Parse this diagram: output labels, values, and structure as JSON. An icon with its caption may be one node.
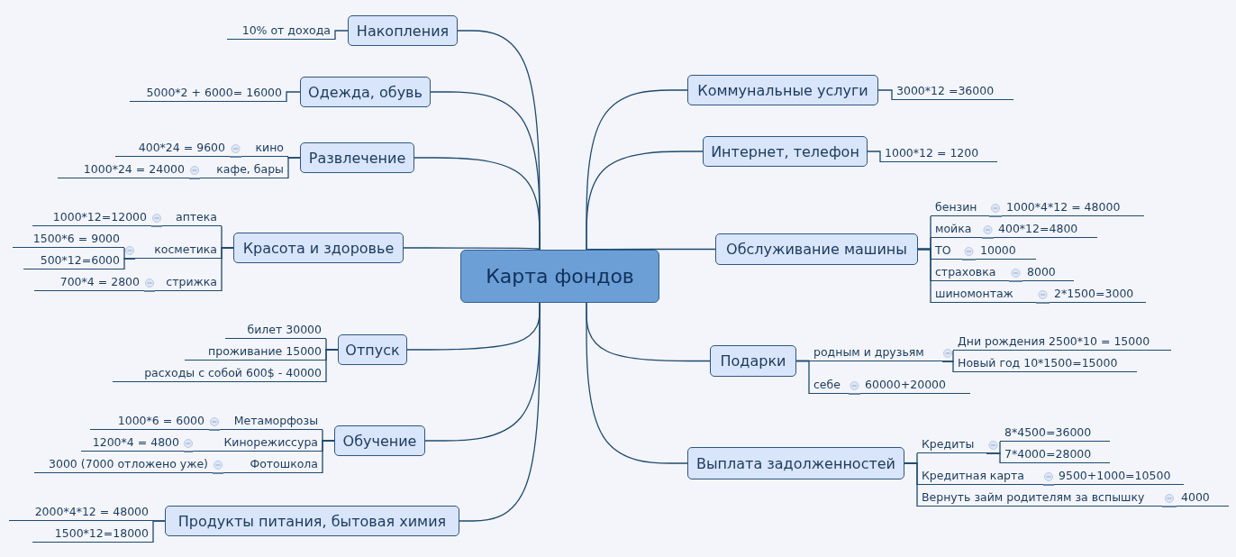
{
  "diagram": {
    "nodes": [
      {
        "text": [
          "Карта фондов"
        ]
      },
      {
        "text": [
          "Накопления"
        ]
      },
      {
        "text": [
          "10% от дохода"
        ]
      },
      {
        "text": [
          "Одежда, обувь"
        ]
      },
      {
        "text": [
          "5000*2 + 6000= 16000"
        ]
      },
      {
        "text": [
          "Развлечение"
        ]
      },
      {
        "text": [
          "кино"
        ]
      },
      {
        "text": [
          "400*24 = 9600"
        ]
      },
      {
        "text": [
          "кафе, бары"
        ]
      },
      {
        "text": [
          "1000*24 = 24000"
        ]
      },
      {
        "text": [
          "Красота и здоровье"
        ]
      },
      {
        "text": [
          "аптека"
        ]
      },
      {
        "text": [
          "1000*12=12000"
        ]
      },
      {
        "text": [
          "косметика"
        ]
      },
      {
        "text": [
          "1500*6 = 9000"
        ]
      },
      {
        "text": [
          "500*12=6000"
        ]
      },
      {
        "text": [
          "стрижка"
        ]
      },
      {
        "text": [
          "700*4 = 2800"
        ]
      },
      {
        "text": [
          "Отпуск"
        ]
      },
      {
        "text": [
          "билет 30000"
        ]
      },
      {
        "text": [
          "проживание 15000"
        ]
      },
      {
        "text": [
          "расходы с собой 600$ - 40000"
        ]
      },
      {
        "text": [
          "Обучение"
        ]
      },
      {
        "text": [
          "Метаморфозы"
        ]
      },
      {
        "text": [
          "1000*6 = 6000"
        ]
      },
      {
        "text": [
          "Кинорежиссура"
        ]
      },
      {
        "text": [
          "1200*4 = 4800"
        ]
      },
      {
        "text": [
          "Фотошкола"
        ]
      },
      {
        "text": [
          "3000 (7000 отложено уже)"
        ]
      },
      {
        "text": [
          "Продукты питания, бытовая химия"
        ]
      },
      {
        "text": [
          "2000*4*12 = 48000"
        ]
      },
      {
        "text": [
          "1500*12=18000"
        ]
      },
      {
        "text": [
          "Коммунальные услуги"
        ]
      },
      {
        "text": [
          "3000*12 =36000"
        ]
      },
      {
        "text": [
          "Интернет, телефон"
        ]
      },
      {
        "text": [
          "1000*12 = 1200"
        ]
      },
      {
        "text": [
          "Обслуживание машины"
        ]
      },
      {
        "text": [
          "бензин"
        ]
      },
      {
        "text": [
          "1000*4*12 = 48000"
        ]
      },
      {
        "text": [
          "мойка"
        ]
      },
      {
        "text": [
          "400*12=4800"
        ]
      },
      {
        "text": [
          "ТО"
        ]
      },
      {
        "text": [
          "10000"
        ]
      },
      {
        "text": [
          "страховка"
        ]
      },
      {
        "text": [
          "8000"
        ]
      },
      {
        "text": [
          "шиномонтаж"
        ]
      },
      {
        "text": [
          "2*1500=3000"
        ]
      },
      {
        "text": [
          "Подарки"
        ]
      },
      {
        "text": [
          "родным и друзьям"
        ]
      },
      {
        "text": [
          "Дни рождения 2500*10 = 15000"
        ]
      },
      {
        "text": [
          "Новый год 10*1500=15000"
        ]
      },
      {
        "text": [
          "себе"
        ]
      },
      {
        "text": [
          "60000+20000"
        ]
      },
      {
        "text": [
          "Выплата задолженностей"
        ]
      },
      {
        "text": [
          "Кредиты"
        ]
      },
      {
        "text": [
          "8*4500=36000"
        ]
      },
      {
        "text": [
          "7*4000=28000"
        ]
      },
      {
        "text": [
          "Кредитная карта"
        ]
      },
      {
        "text": [
          "9500+1000=10500"
        ]
      },
      {
        "text": [
          "Вернуть займ родителям за вспышку"
        ]
      },
      {
        "text": [
          "4000"
        ]
      }
    ],
    "edges": [
      {
        "from": 0,
        "to": 1,
        "arrow": "none"
      },
      {
        "from": 1,
        "to": 2,
        "arrow": "none"
      },
      {
        "from": 0,
        "to": 3,
        "arrow": "none"
      },
      {
        "from": 3,
        "to": 4,
        "arrow": "none"
      },
      {
        "from": 0,
        "to": 5,
        "arrow": "none"
      },
      {
        "from": 5,
        "to": 6,
        "arrow": "none"
      },
      {
        "from": 6,
        "to": 7,
        "arrow": "none"
      },
      {
        "from": 5,
        "to": 8,
        "arrow": "none"
      },
      {
        "from": 8,
        "to": 9,
        "arrow": "none"
      },
      {
        "from": 0,
        "to": 10,
        "arrow": "none"
      },
      {
        "from": 10,
        "to": 11,
        "arrow": "none"
      },
      {
        "from": 11,
        "to": 12,
        "arrow": "none"
      },
      {
        "from": 10,
        "to": 13,
        "arrow": "none"
      },
      {
        "from": 13,
        "to": 14,
        "arrow": "none"
      },
      {
        "from": 13,
        "to": 15,
        "arrow": "none"
      },
      {
        "from": 10,
        "to": 16,
        "arrow": "none"
      },
      {
        "from": 16,
        "to": 17,
        "arrow": "none"
      },
      {
        "from": 0,
        "to": 18,
        "arrow": "none"
      },
      {
        "from": 18,
        "to": 19,
        "arrow": "none"
      },
      {
        "from": 18,
        "to": 20,
        "arrow": "none"
      },
      {
        "from": 18,
        "to": 21,
        "arrow": "none"
      },
      {
        "from": 0,
        "to": 22,
        "arrow": "none"
      },
      {
        "from": 22,
        "to": 23,
        "arrow": "none"
      },
      {
        "from": 23,
        "to": 24,
        "arrow": "none"
      },
      {
        "from": 22,
        "to": 25,
        "arrow": "none"
      },
      {
        "from": 25,
        "to": 26,
        "arrow": "none"
      },
      {
        "from": 22,
        "to": 27,
        "arrow": "none"
      },
      {
        "from": 27,
        "to": 28,
        "arrow": "none"
      },
      {
        "from": 0,
        "to": 29,
        "arrow": "none"
      },
      {
        "from": 29,
        "to": 30,
        "arrow": "none"
      },
      {
        "from": 29,
        "to": 31,
        "arrow": "none"
      },
      {
        "from": 0,
        "to": 32,
        "arrow": "none"
      },
      {
        "from": 32,
        "to": 33,
        "arrow": "none"
      },
      {
        "from": 0,
        "to": 34,
        "arrow": "none"
      },
      {
        "from": 34,
        "to": 35,
        "arrow": "none"
      },
      {
        "from": 0,
        "to": 36,
        "arrow": "none"
      },
      {
        "from": 36,
        "to": 37,
        "arrow": "none"
      },
      {
        "from": 37,
        "to": 38,
        "arrow": "none"
      },
      {
        "from": 36,
        "to": 39,
        "arrow": "none"
      },
      {
        "from": 39,
        "to": 40,
        "arrow": "none"
      },
      {
        "from": 36,
        "to": 41,
        "arrow": "none"
      },
      {
        "from": 41,
        "to": 42,
        "arrow": "none"
      },
      {
        "from": 36,
        "to": 43,
        "arrow": "none"
      },
      {
        "from": 43,
        "to": 44,
        "arrow": "none"
      },
      {
        "from": 36,
        "to": 45,
        "arrow": "none"
      },
      {
        "from": 45,
        "to": 46,
        "arrow": "none"
      },
      {
        "from": 0,
        "to": 47,
        "arrow": "none"
      },
      {
        "from": 47,
        "to": 48,
        "arrow": "none"
      },
      {
        "from": 48,
        "to": 49,
        "arrow": "none"
      },
      {
        "from": 48,
        "to": 50,
        "arrow": "none"
      },
      {
        "from": 47,
        "to": 51,
        "arrow": "none"
      },
      {
        "from": 51,
        "to": 52,
        "arrow": "none"
      },
      {
        "from": 0,
        "to": 53,
        "arrow": "none"
      },
      {
        "from": 53,
        "to": 54,
        "arrow": "none"
      },
      {
        "from": 54,
        "to": 55,
        "arrow": "none"
      },
      {
        "from": 54,
        "to": 56,
        "arrow": "none"
      },
      {
        "from": 53,
        "to": 57,
        "arrow": "none"
      },
      {
        "from": 57,
        "to": 58,
        "arrow": "none"
      },
      {
        "from": 53,
        "to": 59,
        "arrow": "none"
      },
      {
        "from": 59,
        "to": 60,
        "arrow": "none"
      }
    ]
  }
}
